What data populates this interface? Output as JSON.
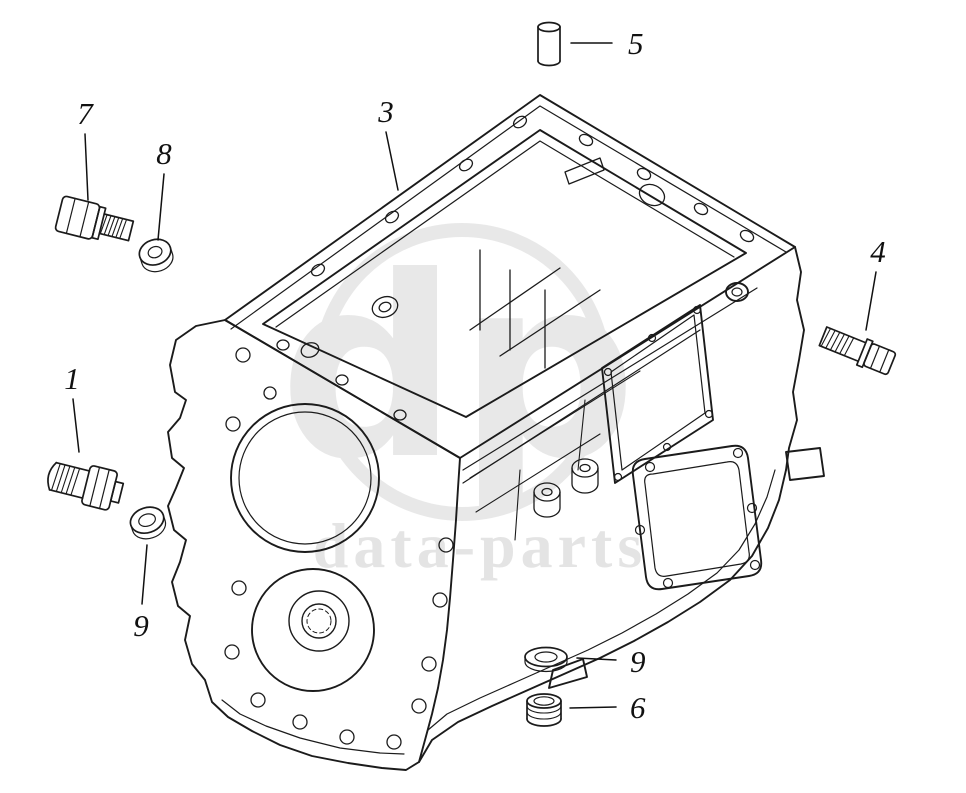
{
  "watermark": {
    "logo_text": "dp",
    "site_text": "data-parts"
  },
  "callouts": {
    "n1": {
      "label": "1"
    },
    "n3": {
      "label": "3"
    },
    "n4": {
      "label": "4"
    },
    "n5": {
      "label": "5"
    },
    "n6": {
      "label": "6"
    },
    "n7": {
      "label": "7"
    },
    "n8": {
      "label": "8"
    },
    "n9_left": {
      "label": "9"
    },
    "n9_right": {
      "label": "9"
    }
  }
}
